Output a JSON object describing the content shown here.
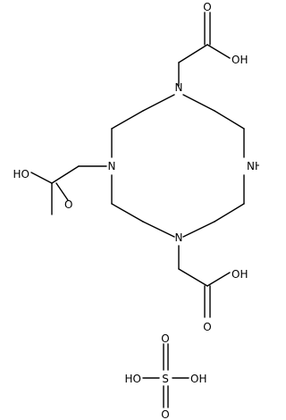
{
  "molecule": {
    "atom_labels": {
      "n_top": "N",
      "n_left": "N",
      "n_bottom": "N",
      "nh_right": "NH",
      "oh_top": "OH",
      "o_top": "O",
      "oh_left": "HO",
      "o_left": "O",
      "oh_bottom": "OH",
      "o_bottom": "O"
    },
    "sulfuric_acid": {
      "s": "S",
      "o_top": "O",
      "o_bottom": "O",
      "oh_left": "HO",
      "oh_right": "OH"
    }
  },
  "colors": {
    "bond": "#000000",
    "text": "#000000",
    "background": "#ffffff"
  }
}
